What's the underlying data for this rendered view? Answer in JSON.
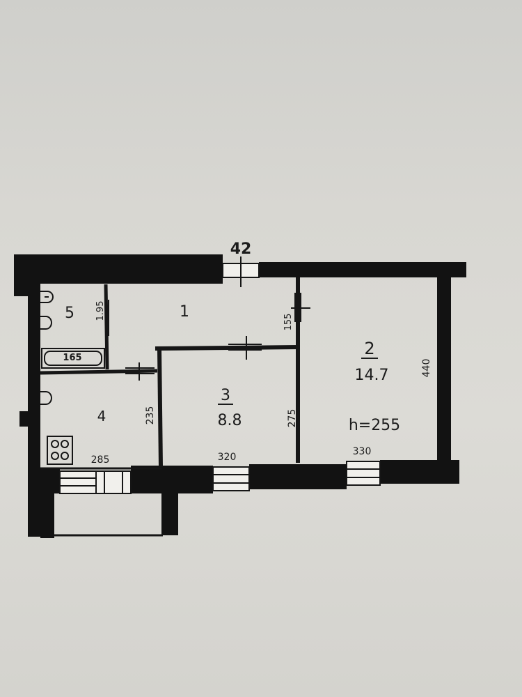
{
  "plan": {
    "window_top": "42",
    "rooms": [
      {
        "id": "1",
        "number": "1",
        "area": ""
      },
      {
        "id": "2",
        "number": "2",
        "area": "14.7"
      },
      {
        "id": "3",
        "number": "3",
        "area": "8.8"
      },
      {
        "id": "4",
        "number": "4",
        "area": ""
      },
      {
        "id": "5",
        "number": "5",
        "area": ""
      }
    ],
    "ceiling_height": "h=255",
    "dimensions": {
      "bath_length": "165",
      "bath_wall": "1.95",
      "corridor_door": "155",
      "room2_depth": "440",
      "room3_depth": "275",
      "kitchen_depth": "235",
      "kitchen_width": "285",
      "room3_width": "320",
      "room2_width": "330"
    }
  }
}
